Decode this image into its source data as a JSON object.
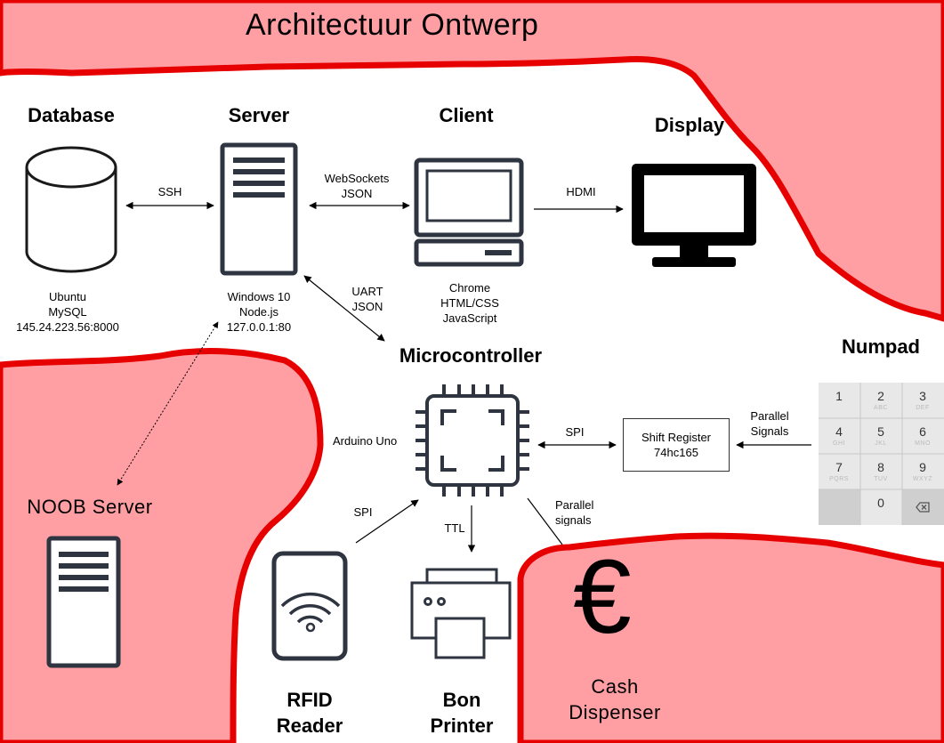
{
  "title": "Architectuur Ontwerp",
  "nodes": {
    "database": {
      "label": "Database",
      "details": "Ubuntu\nMySQL\n145.24.223.56:8000"
    },
    "server": {
      "label": "Server",
      "details": "Windows 10\nNode.js\n127.0.0.1:80"
    },
    "client": {
      "label": "Client",
      "details": "Chrome\nHTML/CSS\nJavaScript"
    },
    "display": {
      "label": "Display"
    },
    "microcontroller": {
      "label": "Microcontroller",
      "details": "Arduino Uno"
    },
    "numpad": {
      "label": "Numpad"
    },
    "shift_register": {
      "label": "Shift Register\n74hc165"
    },
    "noob_server": {
      "label": "NOOB Server"
    },
    "rfid_reader": {
      "label": "RFID\nReader"
    },
    "bon_printer": {
      "label": "Bon\nPrinter"
    },
    "cash_dispenser": {
      "label": "Cash\nDispenser",
      "symbol": "€"
    }
  },
  "connections": {
    "db_server": "SSH",
    "server_client": "WebSockets\nJSON",
    "client_display": "HDMI",
    "server_micro": "UART\nJSON",
    "shift_micro": "SPI",
    "numpad_shift": "Parallel\nSignals",
    "rfid_micro": "SPI",
    "micro_printer": "TTL",
    "micro_cash": "Parallel\nsignals"
  },
  "numpad_keys": [
    {
      "digit": "1",
      "letters": ""
    },
    {
      "digit": "2",
      "letters": "ABC"
    },
    {
      "digit": "3",
      "letters": "DEF"
    },
    {
      "digit": "4",
      "letters": "GHI"
    },
    {
      "digit": "5",
      "letters": "JKL"
    },
    {
      "digit": "6",
      "letters": "MNO"
    },
    {
      "digit": "7",
      "letters": "PQRS"
    },
    {
      "digit": "8",
      "letters": "TUV"
    },
    {
      "digit": "9",
      "letters": "WXYZ"
    },
    {
      "digit": "",
      "letters": ""
    },
    {
      "digit": "0",
      "letters": ""
    },
    {
      "digit": "",
      "letters": ""
    }
  ],
  "colors": {
    "zone_fill": "#ff9ea3",
    "zone_border": "#e60000",
    "ink": "#000000"
  }
}
